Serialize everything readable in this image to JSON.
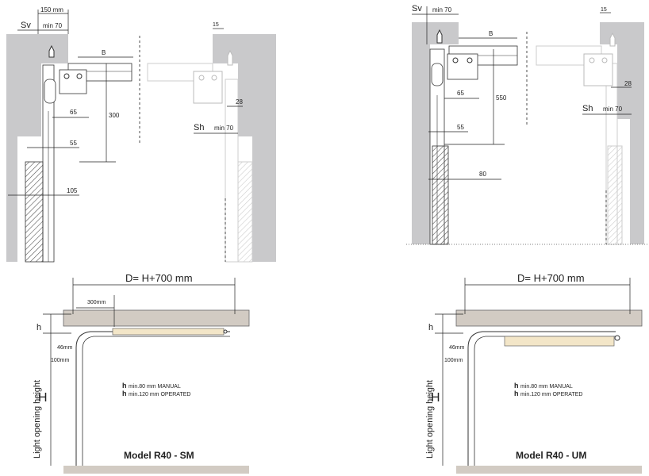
{
  "top_left": {
    "labels": {
      "sv": "Sv",
      "sv_min": "min 70",
      "width_150": "150 mm",
      "b": "B",
      "d300": "300",
      "d65": "65",
      "d55": "55",
      "d105": "105",
      "d15": "15",
      "d28": "28",
      "sh": "Sh",
      "sh_min": "min 70"
    }
  },
  "top_right": {
    "labels": {
      "sv": "Sv",
      "sv_min": "min 70",
      "b": "B",
      "d550": "550",
      "d65": "65",
      "d55": "55",
      "d80": "80",
      "d15": "15",
      "d28": "28",
      "sh": "Sh",
      "sh_min": "min 70"
    }
  },
  "bottom_left": {
    "depth_label": "D= H+700 mm",
    "d300mm": "300mm",
    "h_label": "h",
    "big_h": "H",
    "d46": "46mm",
    "d100": "100mm",
    "side_label": "Light opening height",
    "note_h1": "h",
    "note1": "min.80 mm MANUAL",
    "note_h2": "h",
    "note2": "min.120 mm OPERATED",
    "model": "Model R40 - SM"
  },
  "bottom_right": {
    "depth_label": "D= H+700 mm",
    "h_label": "h",
    "big_h": "H",
    "d46": "46mm",
    "d100": "100mm",
    "side_label": "Light opening height",
    "note_h1": "h",
    "note1": "min.80 mm MANUAL",
    "note_h2": "h",
    "note2": "min.120 mm OPERATED",
    "model": "Model R40 - UM"
  },
  "colors": {
    "wall": "#c9c9cb",
    "beam": "#d2cbc3",
    "panel": "#f3e6c8",
    "line": "#222222"
  }
}
